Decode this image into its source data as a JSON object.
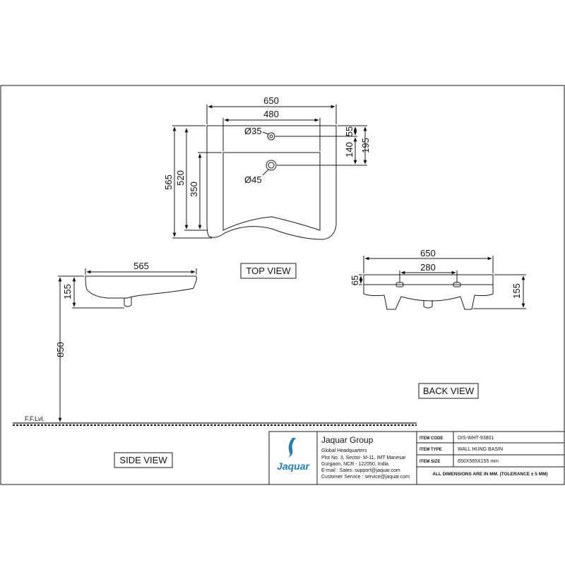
{
  "views": {
    "top": "TOP VIEW",
    "back": "BACK VIEW",
    "side": "SIDE VIEW"
  },
  "dimensions": {
    "top_width_outer": "650",
    "top_width_inner": "480",
    "top_hole_small": "Ø35",
    "top_hole_large": "Ø45",
    "top_depth": "565",
    "top_depth_inner": "520",
    "top_bowl_depth": "350",
    "top_right_55": "55",
    "top_right_140": "140",
    "top_right_195": "195",
    "side_depth": "565",
    "side_height": "155",
    "side_floor_height": "850",
    "back_width": "650",
    "back_bracket": "280",
    "back_left": "65",
    "back_right": "155"
  },
  "floor_label": "F.F.Lvl.",
  "title_block": {
    "company": "Jaquar Group",
    "logo_text": "Jaquar",
    "address_lines": [
      "Global Headquarters",
      "Plot No. 3, Sector- M-11, IMT Manesar",
      "Gurgaon, NCR - 122050, India",
      "E-mail :  Sales: support@jaquar.com",
      "Customer Service : service@jaquar.com"
    ],
    "item_code_label": "ITEM CODE",
    "item_code_value": "DIS-WHT-93801",
    "item_type_label": "ITEM TYPE",
    "item_type_value": "WALL HUNG BASIN",
    "item_size_label": "ITEM SIZE",
    "item_size_value": "650X565X155 mm",
    "note": "ALL DIMENSIONS ARE IN MM. (TOLERANCE ± 5 MM)"
  },
  "colors": {
    "line": "#1a1a1a",
    "logo": "#1f7fb8"
  }
}
